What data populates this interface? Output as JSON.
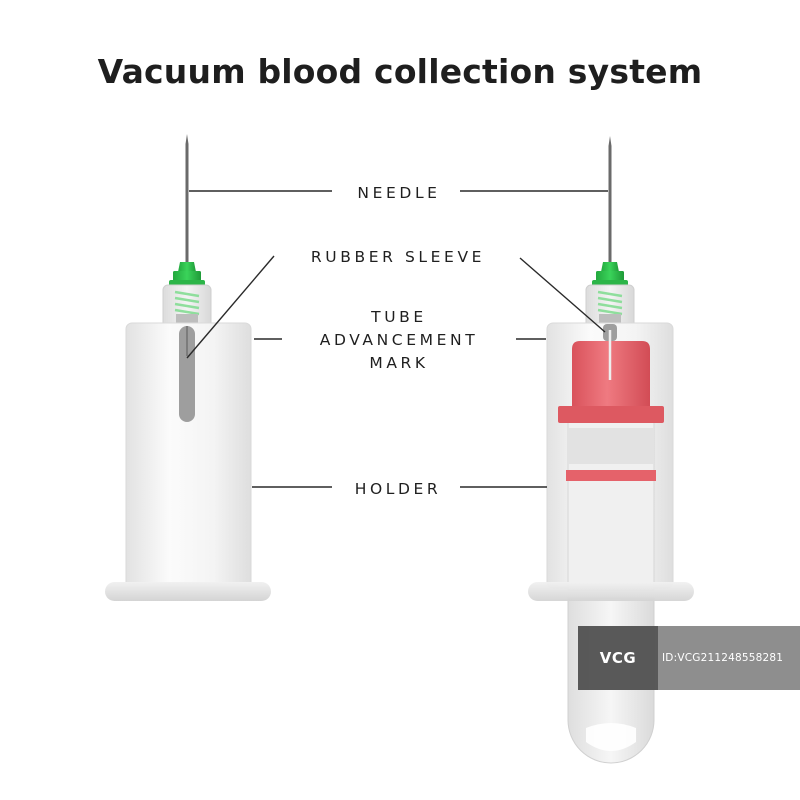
{
  "title": "Vacuum blood collection system",
  "labels": {
    "needle": "NEEDLE",
    "rubber_sleeve": "RUBBER SLEEVE",
    "tube_advancement_mark": [
      "TUBE",
      "ADVANCEMENT",
      "MARK"
    ],
    "holder": "HOLDER"
  },
  "watermark": {
    "logo": "VCG",
    "id": "ID:VCG211248558281"
  },
  "colors": {
    "hub_green": "#2fc44c",
    "stopper_red": "#e5626a",
    "needle_gray": "#6d6d6d",
    "holder_gray": "#ececec"
  }
}
